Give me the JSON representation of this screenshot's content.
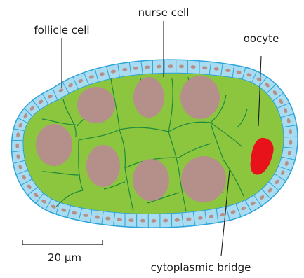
{
  "labels": {
    "nurse_cell": "nurse cell",
    "follicle_cell": "follicle cell",
    "oocyte": "oocyte",
    "cytoplasmic_bridge": "cytoplasmic bridge"
  },
  "scale_bar": {
    "label": "20 μm"
  },
  "colors": {
    "follicle_layer": "#a9dcf0",
    "follicle_outline": "#2aa4db",
    "follicle_nucleus": "#b5908a",
    "cytoplasm": "#8cc63e",
    "cytoplasm_outline": "#1e8a3c",
    "nurse_nucleus": "#b5908a",
    "oocyte_nucleus": "#e8121a",
    "leader_line": "#1a1a1a"
  }
}
